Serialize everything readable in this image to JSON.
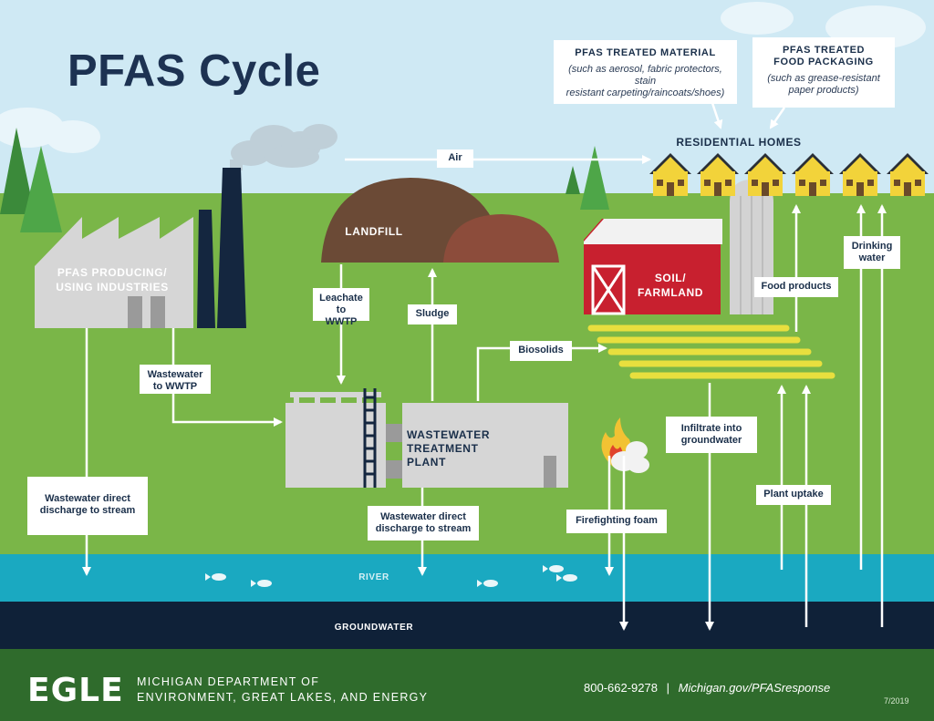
{
  "title": "PFAS Cycle",
  "callouts": {
    "treated_material": {
      "heading": "PFAS TREATED MATERIAL",
      "detail": "(such as aerosol, fabric protectors, stain\nresistant carpeting/raincoats/shoes)"
    },
    "food_packaging": {
      "heading": "PFAS TREATED\nFOOD PACKAGING",
      "detail": "(such as grease-resistant\npaper products)"
    }
  },
  "places": {
    "residential_homes": "RESIDENTIAL HOMES",
    "landfill": "LANDFILL",
    "industries": "PFAS PRODUCING/\nUSING INDUSTRIES",
    "farmland": "SOIL/\nFARMLAND",
    "wwtp": "WASTEWATER\nTREATMENT PLANT",
    "river": "RIVER",
    "groundwater": "GROUNDWATER"
  },
  "flows": {
    "air": "Air",
    "leachate": "Leachate\nto WWTP",
    "sludge": "Sludge",
    "biosolids": "Biosolids",
    "wastewater_to_wwtp": "Wastewater\nto WWTP",
    "food_products": "Food products",
    "drinking_water": "Drinking\nwater",
    "infiltrate": "Infiltrate into\ngroundwater",
    "plant_uptake": "Plant uptake",
    "firefighting_foam": "Firefighting foam",
    "direct_discharge_industry": "Wastewater direct\ndischarge to stream",
    "direct_discharge_wwtp": "Wastewater direct\ndischarge to stream"
  },
  "footer": {
    "logo": "EGLE",
    "department": "MICHIGAN DEPARTMENT OF\nENVIRONMENT, GREAT LAKES, AND ENERGY",
    "phone": "800-662-9278",
    "separator": "|",
    "website": "Michigan.gov/PFASresponse",
    "date": "7/2019"
  },
  "colors": {
    "sky": "#cfe9f4",
    "grass": "#7ab648",
    "river": "#1aa9c1",
    "groundwater": "#0f2138",
    "footer": "#2f6b2c",
    "barn": "#c8202f",
    "house": "#f2d33a",
    "title": "#1d3252"
  }
}
